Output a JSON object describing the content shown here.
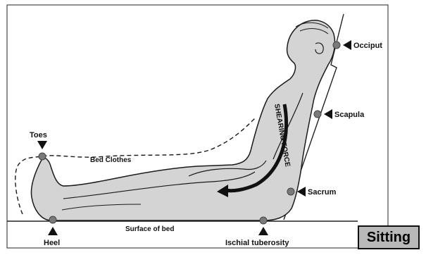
{
  "labels": {
    "occiput": "Occiput",
    "scapula": "Scapula",
    "sacrum": "Sacrum",
    "ischial": "Ischial tuberosity",
    "heel": "Heel",
    "toes": "Toes",
    "bed_clothes": "Bed Clothes",
    "surface": "Surface of bed",
    "shearing": "SHEARING FORCE"
  },
  "caption": "Sitting",
  "colors": {
    "body_fill": "#d4d4d4",
    "outline": "#1a1a1a",
    "pressure_point": "#7a7a7a",
    "caption_bg": "#b9b9b9"
  }
}
